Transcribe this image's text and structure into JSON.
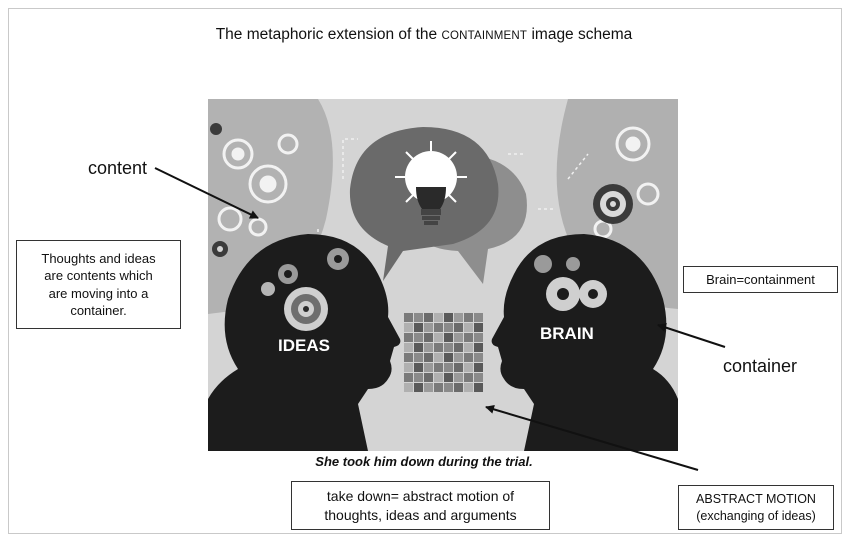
{
  "title": {
    "prefix": "The metaphoric extension of the ",
    "smallcaps": "CONTAINMENT",
    "suffix": " image schema"
  },
  "labels": {
    "content": "content",
    "container": "container"
  },
  "illustration": {
    "left_head_text": "IDEAS",
    "right_head_text": "BRAIN"
  },
  "boxes": {
    "thoughts_line1": "Thoughts and ideas",
    "thoughts_line2": "are contents which",
    "thoughts_line3": "are moving into a",
    "thoughts_line4": "container.",
    "brain": "Brain=containment",
    "take_down_line1": "take down= abstract motion of",
    "take_down_line2": "thoughts, ideas and arguments",
    "abstract_line1": "ABSTRACT MOTION",
    "abstract_line2": "(exchanging of ideas)"
  },
  "caption": "She took him down during the trial."
}
